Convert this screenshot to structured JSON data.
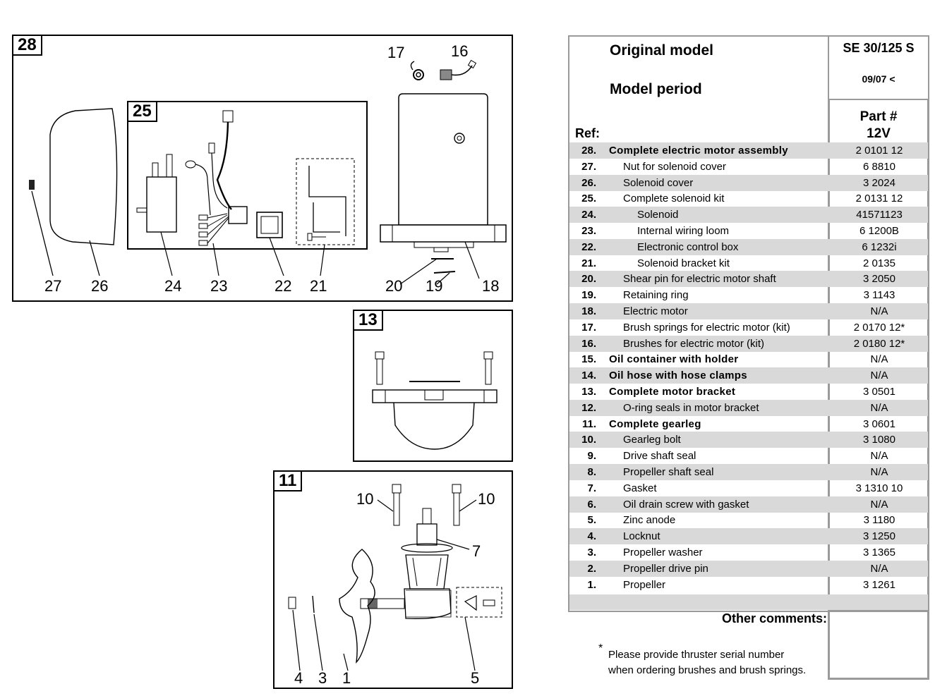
{
  "panels": {
    "p28": {
      "tag": "28",
      "callouts": [
        "17",
        "16",
        "27",
        "26",
        "24",
        "23",
        "22",
        "21",
        "20",
        "19",
        "18"
      ]
    },
    "p25": {
      "tag": "25"
    },
    "p13": {
      "tag": "13"
    },
    "p11": {
      "tag": "11",
      "callouts": [
        "10",
        "10",
        "7",
        "4",
        "3",
        "1",
        "5"
      ]
    }
  },
  "table": {
    "original_model_label": "Original model",
    "model_period_label": "Model period",
    "model": "SE 30/125 S",
    "period": "09/07 <",
    "ref_label": "Ref:",
    "part_label": "Part #",
    "voltage": "12V",
    "rows": [
      {
        "ref": "28.",
        "desc": "Complete electric motor assembly",
        "part": "2 0101 12",
        "bold": true,
        "indent": 0
      },
      {
        "ref": "27.",
        "desc": "Nut for solenoid cover",
        "part": "6 8810",
        "bold": false,
        "indent": 1
      },
      {
        "ref": "26.",
        "desc": "Solenoid cover",
        "part": "3 2024",
        "bold": false,
        "indent": 1
      },
      {
        "ref": "25.",
        "desc": "Complete solenoid kit",
        "part": "2 0131 12",
        "bold": false,
        "indent": 1
      },
      {
        "ref": "24.",
        "desc": "Solenoid",
        "part": "41571123",
        "bold": false,
        "indent": 2
      },
      {
        "ref": "23.",
        "desc": "Internal wiring loom",
        "part": "6 1200B",
        "bold": false,
        "indent": 2
      },
      {
        "ref": "22.",
        "desc": "Electronic control box",
        "part": "6 1232i",
        "bold": false,
        "indent": 2
      },
      {
        "ref": "21.",
        "desc": "Solenoid bracket kit",
        "part": "2 0135",
        "bold": false,
        "indent": 2
      },
      {
        "ref": "20.",
        "desc": "Shear pin for electric motor shaft",
        "part": "3 2050",
        "bold": false,
        "indent": 1
      },
      {
        "ref": "19.",
        "desc": "Retaining ring",
        "part": "3 1143",
        "bold": false,
        "indent": 1
      },
      {
        "ref": "18.",
        "desc": "Electric motor",
        "part": "N/A",
        "bold": false,
        "indent": 1
      },
      {
        "ref": "17.",
        "desc": "Brush springs for electric motor (kit)",
        "part": "2 0170 12*",
        "bold": false,
        "indent": 1
      },
      {
        "ref": "16.",
        "desc": "Brushes for electric motor (kit)",
        "part": "2 0180 12*",
        "bold": false,
        "indent": 1
      },
      {
        "ref": "15.",
        "desc": "Oil container with holder",
        "part": "N/A",
        "bold": true,
        "indent": 0
      },
      {
        "ref": "14.",
        "desc": "Oil hose with hose clamps",
        "part": "N/A",
        "bold": true,
        "indent": 0
      },
      {
        "ref": "13.",
        "desc": "Complete motor bracket",
        "part": "3 0501",
        "bold": true,
        "indent": 0
      },
      {
        "ref": "12.",
        "desc": "O-ring seals in motor bracket",
        "part": "N/A",
        "bold": false,
        "indent": 1
      },
      {
        "ref": "11.",
        "desc": "Complete gearleg",
        "part": "3 0601",
        "bold": true,
        "indent": 0
      },
      {
        "ref": "10.",
        "desc": "Gearleg bolt",
        "part": "3 1080",
        "bold": false,
        "indent": 1
      },
      {
        "ref": "9.",
        "desc": "Drive shaft seal",
        "part": "N/A",
        "bold": false,
        "indent": 1
      },
      {
        "ref": "8.",
        "desc": "Propeller shaft seal",
        "part": "N/A",
        "bold": false,
        "indent": 1
      },
      {
        "ref": "7.",
        "desc": "Gasket",
        "part": "3 1310 10",
        "bold": false,
        "indent": 1
      },
      {
        "ref": "6.",
        "desc": "Oil drain screw with gasket",
        "part": "N/A",
        "bold": false,
        "indent": 1
      },
      {
        "ref": "5.",
        "desc": "Zinc anode",
        "part": "3 1180",
        "bold": false,
        "indent": 1
      },
      {
        "ref": "4.",
        "desc": "Locknut",
        "part": "3 1250",
        "bold": false,
        "indent": 1
      },
      {
        "ref": "3.",
        "desc": "Propeller washer",
        "part": "3 1365",
        "bold": false,
        "indent": 1
      },
      {
        "ref": "2.",
        "desc": "Propeller drive pin",
        "part": "N/A",
        "bold": false,
        "indent": 1
      },
      {
        "ref": "1.",
        "desc": "Propeller",
        "part": "3 1261",
        "bold": false,
        "indent": 1
      }
    ],
    "comments_label": "Other comments:",
    "footnote_mark": "*",
    "footnote_line1": "Please provide thruster serial number",
    "footnote_line2": "when ordering brushes and brush springs."
  }
}
